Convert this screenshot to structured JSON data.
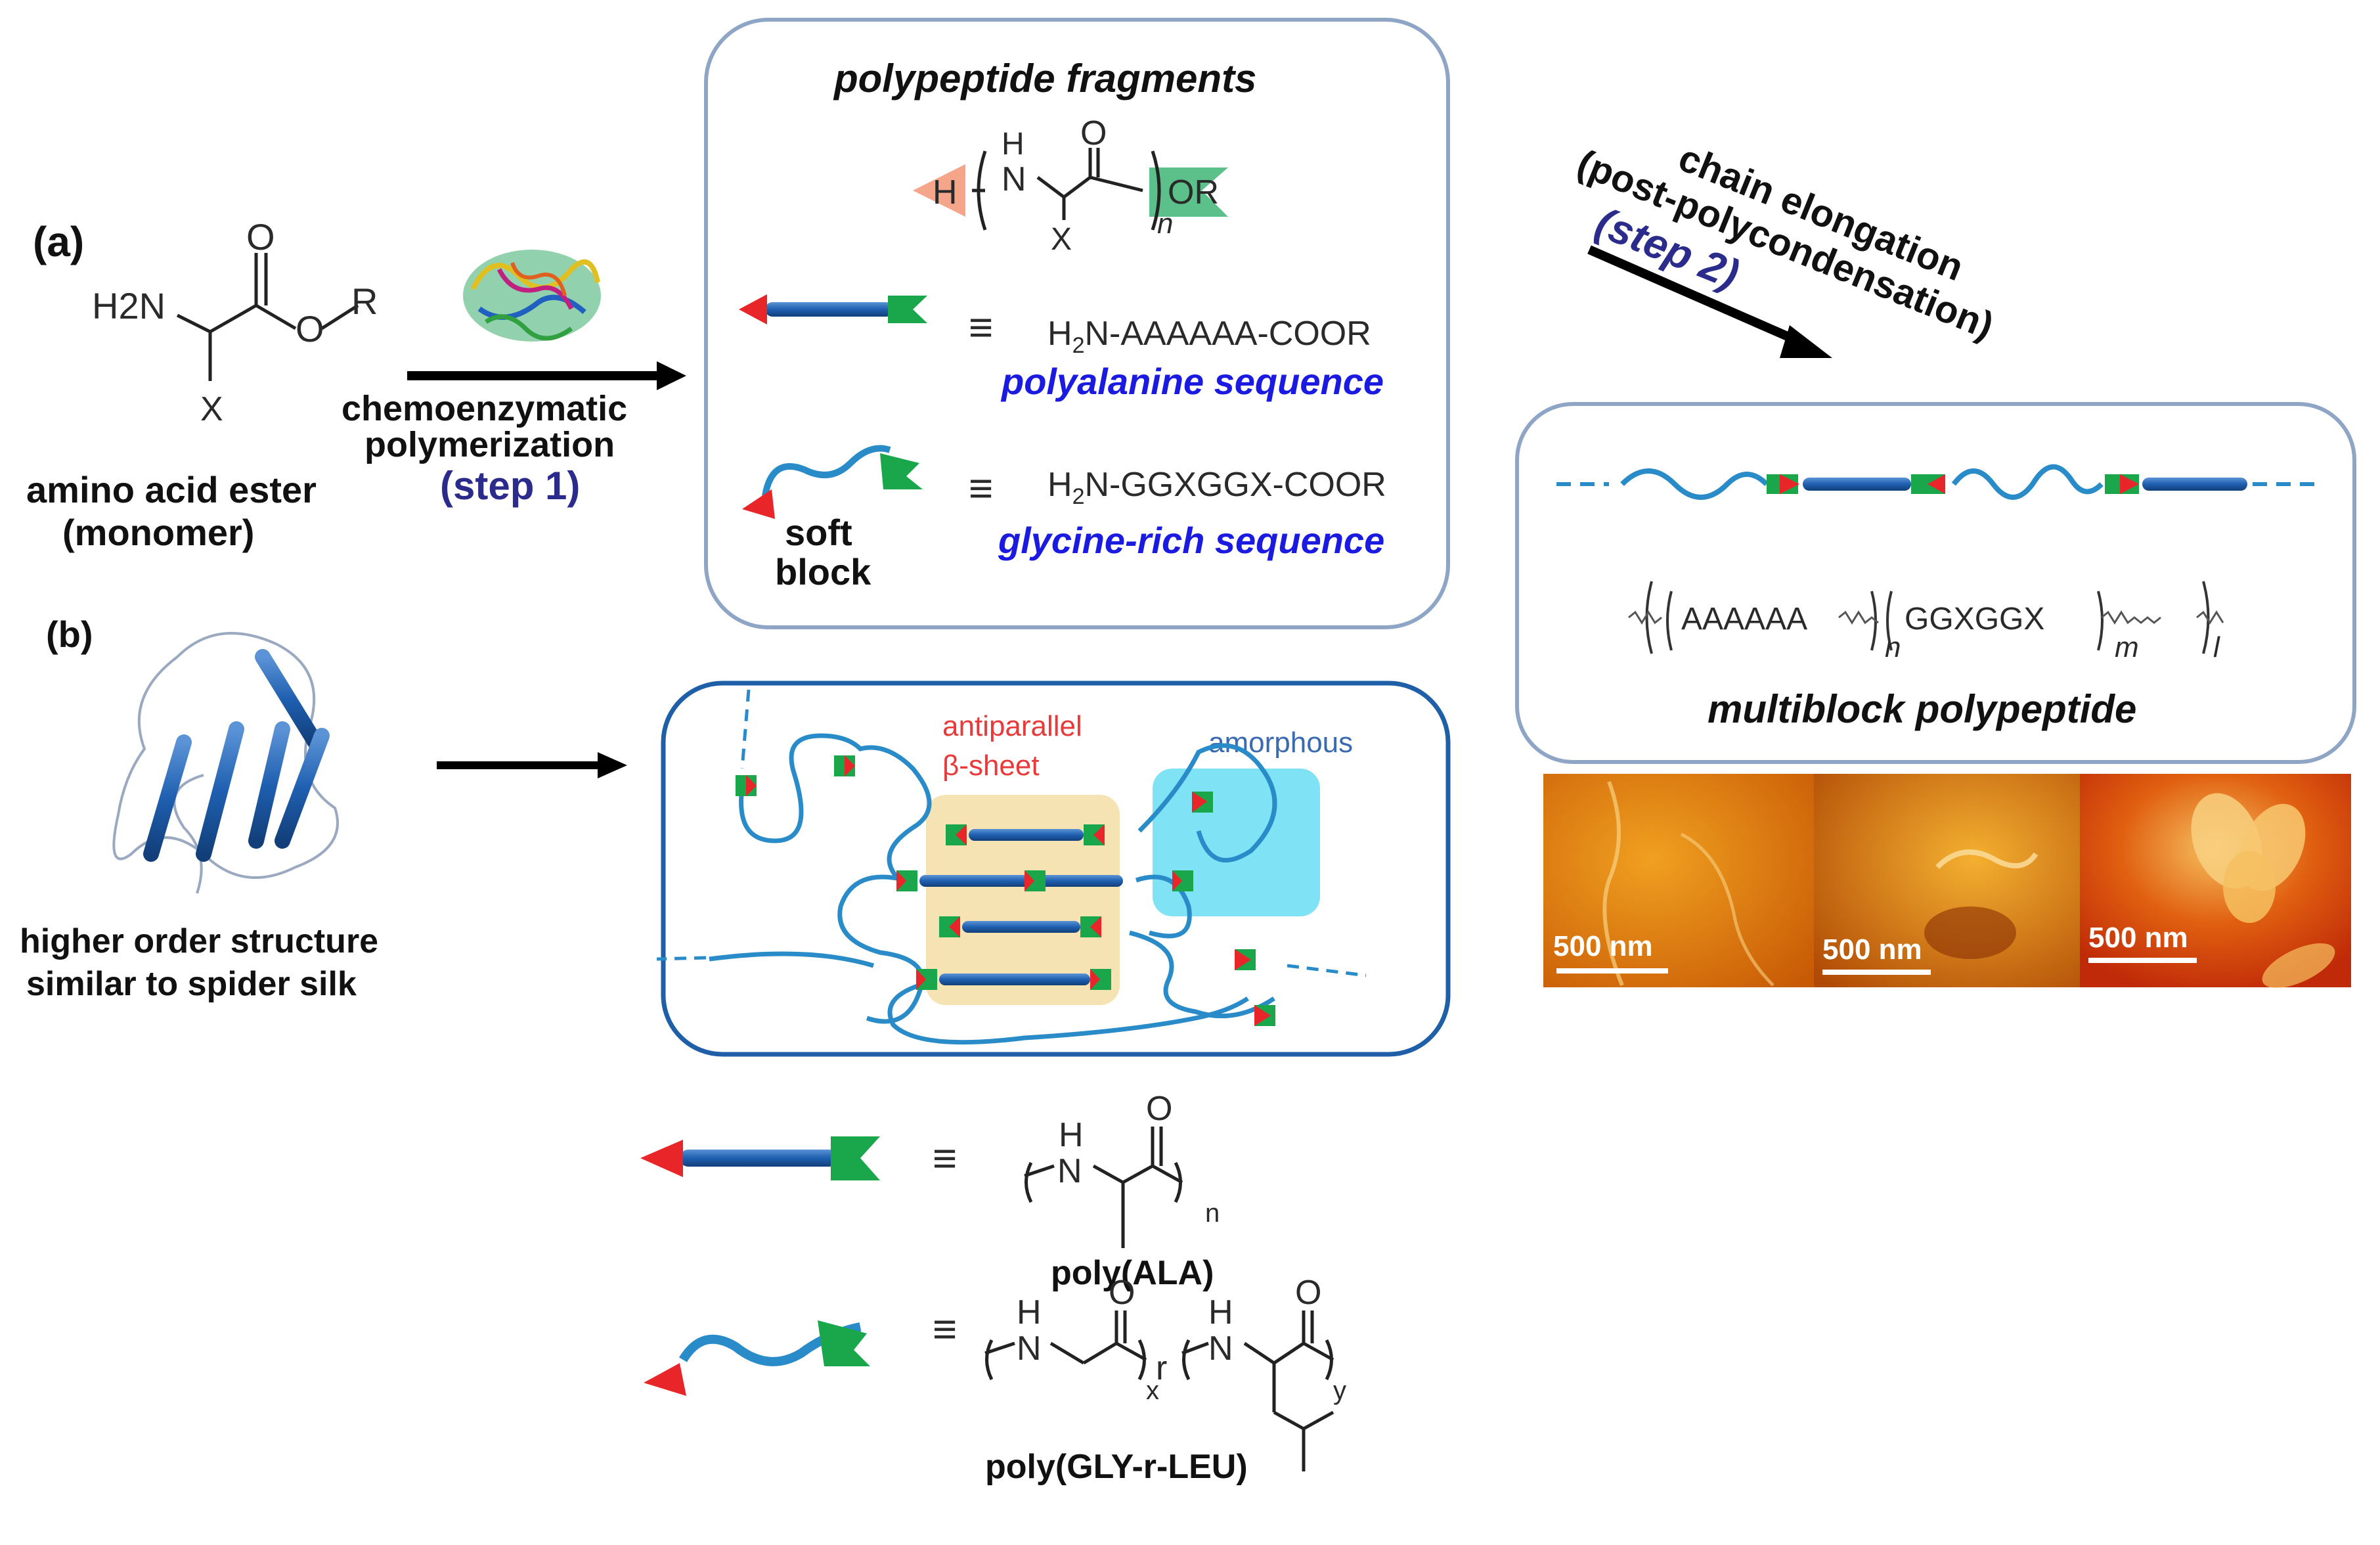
{
  "labels": {
    "panel_a": "(a)",
    "panel_b": "(b)",
    "monomer_line1": "amino acid ester",
    "monomer_line2": "(monomer)",
    "step1_line1": "chemoenzymatic",
    "step1_line2": "polymerization",
    "step1_line3": "(step 1)",
    "fragments_title": "polypeptide fragments",
    "poly_ala_formula": "H2N-AAAAAA-COOR",
    "poly_ala_name": "polyalanine sequence",
    "gly_formula": "H2N-GGXGGX-COOR",
    "gly_name": "glycine-rich sequence",
    "soft_line1": "soft",
    "soft_line2": "block",
    "step2_line1": "chain elongation",
    "step2_line2": "(post-polycondensation)",
    "step2_line3": "(step 2)",
    "multiblock_title": "multiblock polypeptide",
    "multiblock_seq_a": "AAAAAA",
    "multiblock_seq_b": "GGXGGX",
    "sub_n": "n",
    "sub_m": "m",
    "sub_l": "l",
    "higher_line1": "higher order structure",
    "higher_line2": "similar to spider silk",
    "antiparallel_line1": "antiparallel",
    "antiparallel_line2": "β-sheet",
    "amorphous": "amorphous",
    "scale_bar": "500 nm",
    "equiv": "≡",
    "poly_ala_label": "poly(ALA)",
    "poly_gly_leu_label": "poly(GLY-r-LEU)",
    "atom_h": "H",
    "atom_n": "N",
    "atom_o": "O",
    "atom_r": "R",
    "atom_x": "X",
    "atom_or": "OR",
    "atom_h2n": "H2N",
    "sub_x": "x",
    "sub_y": "y",
    "sub_r": "r"
  },
  "colors": {
    "hard_block": "#1f5fb0",
    "soft_block": "#2a8bc9",
    "red_head": "#e8262a",
    "green_tail": "#1aa64a",
    "beta_sheet_bg": "#f6e3b4",
    "amorphous_bg": "#7fe3f5",
    "text_blue": "#1a1ae0",
    "text_navy": "#2b2b8c",
    "text_red": "#e83a3a"
  },
  "icons": [
    "enzyme-icon",
    "spider-silk-structure-icon",
    "afm-image-1",
    "afm-image-2",
    "afm-image-3"
  ]
}
